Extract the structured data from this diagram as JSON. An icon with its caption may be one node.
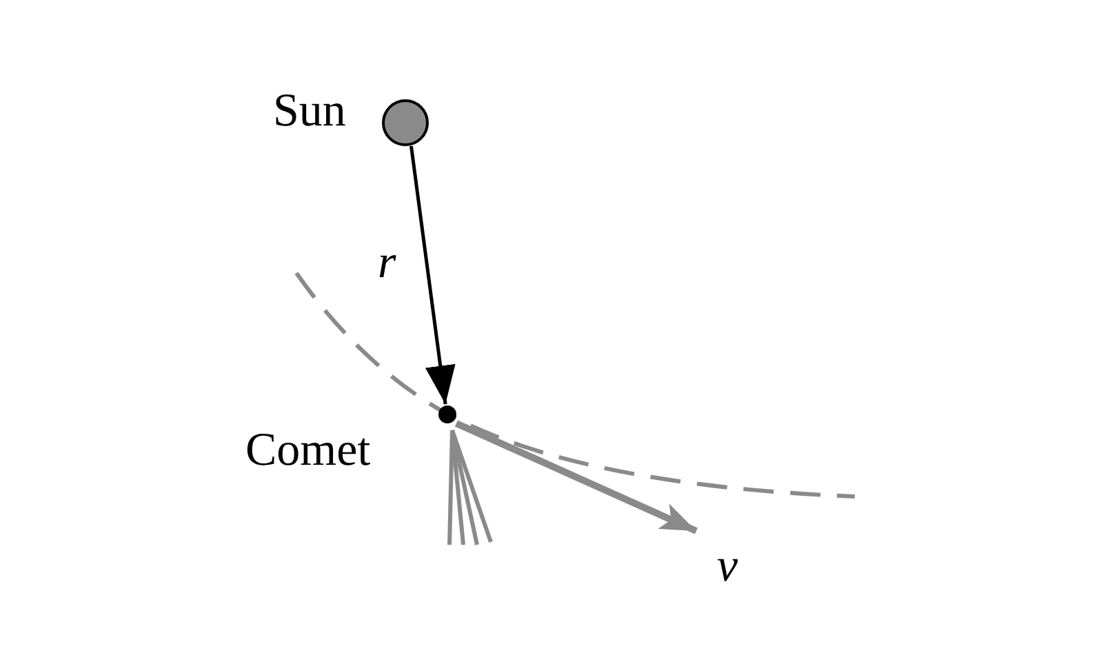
{
  "diagram": {
    "nodes": [
      {
        "text": [
          "Sun"
        ]
      },
      {
        "text": [
          "Comet"
        ]
      }
    ],
    "edges": [
      {
        "from": 0,
        "to": 1,
        "arrow": "to",
        "label": "r"
      }
    ],
    "labels": [
      "v"
    ]
  }
}
